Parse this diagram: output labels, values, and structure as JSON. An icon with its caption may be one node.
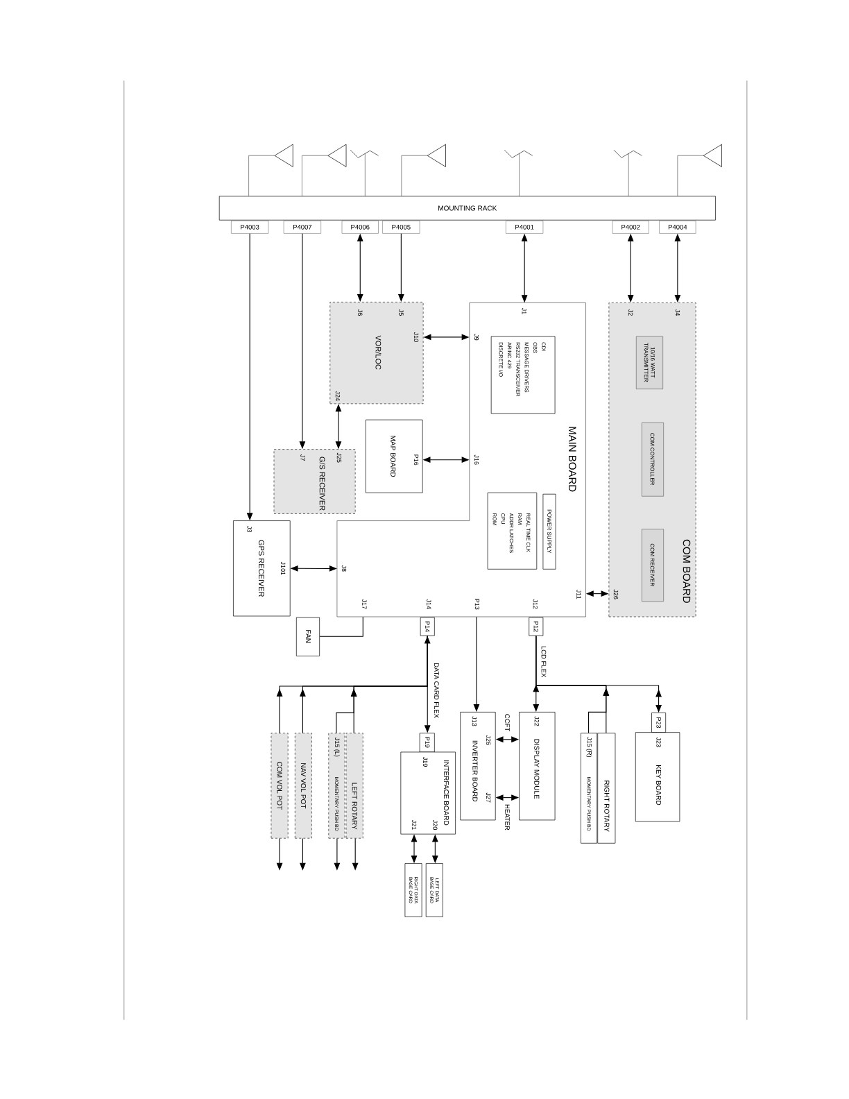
{
  "diagram": {
    "nodes": [
      {
        "text": [
          "MOUNTING RACK"
        ]
      },
      {
        "text": [
          "P4003"
        ]
      },
      {
        "text": [
          "P4007"
        ]
      },
      {
        "text": [
          "P4006"
        ]
      },
      {
        "text": [
          "P4005"
        ]
      },
      {
        "text": [
          "P4001"
        ]
      },
      {
        "text": [
          "P4002"
        ]
      },
      {
        "text": [
          "P4004"
        ]
      },
      {
        "text": [
          "VOR/LOC",
          "J6",
          "J5",
          "J10",
          "J24"
        ]
      },
      {
        "text": [
          "MAIN BOARD",
          "J1",
          "J9",
          "J16",
          "J8",
          "J17",
          "J14",
          "P13",
          "J12",
          "J11"
        ]
      },
      {
        "text": [
          "CDI",
          "OBS",
          "MESSAGE DRIVERS",
          "RS232 TRANSCEIVER",
          "ARINC 429",
          "DISCRETE I/O"
        ],
        "in": 9
      },
      {
        "text": [
          "REAL TIME CLK",
          "RAM",
          "ADDR LATCHES",
          "CPU",
          "ROM"
        ],
        "in": 9
      },
      {
        "text": [
          "POWER SUPPLY"
        ],
        "in": 9
      },
      {
        "text": [
          "COM BOARD",
          "J2",
          "J4",
          "J26"
        ]
      },
      {
        "text": [
          "10/16 WATT TRANSMITTER"
        ],
        "in": 13
      },
      {
        "text": [
          "COM CONTROLLER"
        ],
        "in": 13
      },
      {
        "text": [
          "COM RECEIVER"
        ],
        "in": 13
      },
      {
        "text": [
          "MAP BOARD",
          "P16"
        ]
      },
      {
        "text": [
          "G/S RECEIVER",
          "J7",
          "J25"
        ]
      },
      {
        "text": [
          "GPS RECEIVER",
          "J3",
          "J101"
        ]
      },
      {
        "text": [
          "FAN"
        ]
      },
      {
        "text": [
          "P14"
        ]
      },
      {
        "text": [
          "P12"
        ]
      },
      {
        "text": [
          "COM VOL POT"
        ]
      },
      {
        "text": [
          "NAV VOL POT"
        ]
      },
      {
        "text": [
          "J15 (L)",
          "MOMENTARY PUSH BD"
        ]
      },
      {
        "text": [
          "LEFT ROTARY"
        ]
      },
      {
        "text": [
          "P19"
        ]
      },
      {
        "text": [
          "INTERFACE BOARD",
          "J19",
          "J20",
          "J21"
        ]
      },
      {
        "text": [
          "LEFT DATA BASE CARD"
        ]
      },
      {
        "text": [
          "RIGHT DATA BASE CARD"
        ]
      },
      {
        "text": [
          "INVERTER BOARD",
          "J13",
          "J26",
          "J27"
        ]
      },
      {
        "text": [
          "DISPLAY MODULE",
          "J22"
        ]
      },
      {
        "text": [
          "J15 (R)",
          "MOMENTARY PUSH BD"
        ]
      },
      {
        "text": [
          "RIGHT ROTARY"
        ]
      },
      {
        "text": [
          "P23"
        ]
      },
      {
        "text": [
          "KEY BOARD",
          "J23"
        ]
      }
    ],
    "edges": [
      {
        "from": 1,
        "to": 19,
        "arrow": "to"
      },
      {
        "from": 2,
        "to": 18,
        "arrow": "to"
      },
      {
        "from": 3,
        "to": 8,
        "arrow": "both"
      },
      {
        "from": 4,
        "to": 8,
        "arrow": "to"
      },
      {
        "from": 5,
        "to": 9,
        "arrow": "both"
      },
      {
        "from": 6,
        "to": 13,
        "arrow": "both"
      },
      {
        "from": 7,
        "to": 13,
        "arrow": "both"
      },
      {
        "from": 8,
        "to": 9,
        "arrow": "both"
      },
      {
        "from": 8,
        "to": 18,
        "arrow": "both"
      },
      {
        "from": 17,
        "to": 9,
        "arrow": "both"
      },
      {
        "from": 19,
        "to": 9,
        "arrow": "both"
      },
      {
        "from": 9,
        "to": 13,
        "arrow": "both"
      },
      {
        "from": 9,
        "to": 20,
        "arrow": "none"
      },
      {
        "from": 21,
        "to": 27,
        "arrow": "both",
        "label": "DATA CARD FLEX"
      },
      {
        "from": 23,
        "to": 21,
        "arrow": "to"
      },
      {
        "from": 24,
        "to": 21,
        "arrow": "to"
      },
      {
        "from": 25,
        "to": 21,
        "arrow": "to"
      },
      {
        "from": 26,
        "to": 21,
        "arrow": "to"
      },
      {
        "from": 9,
        "to": 31,
        "arrow": "to"
      },
      {
        "from": 22,
        "to": 32,
        "arrow": "to",
        "label": "LCD FLEX"
      },
      {
        "from": 34,
        "to": 22,
        "arrow": "to"
      },
      {
        "from": 33,
        "to": 22,
        "arrow": "to"
      },
      {
        "from": 22,
        "to": 35,
        "arrow": "to"
      },
      {
        "from": 31,
        "to": 32,
        "arrow": "both",
        "label": "CCFT"
      },
      {
        "from": 31,
        "to": 32,
        "arrow": "both",
        "label": "HEATER"
      },
      {
        "from": 28,
        "to": 30,
        "arrow": "both"
      },
      {
        "from": 28,
        "to": 29,
        "arrow": "both"
      },
      {
        "from": 23,
        "to": null,
        "arrow": "to"
      },
      {
        "from": 24,
        "to": null,
        "arrow": "to"
      },
      {
        "from": 25,
        "to": null,
        "arrow": "to"
      },
      {
        "from": 26,
        "to": null,
        "arrow": "to"
      }
    ]
  }
}
